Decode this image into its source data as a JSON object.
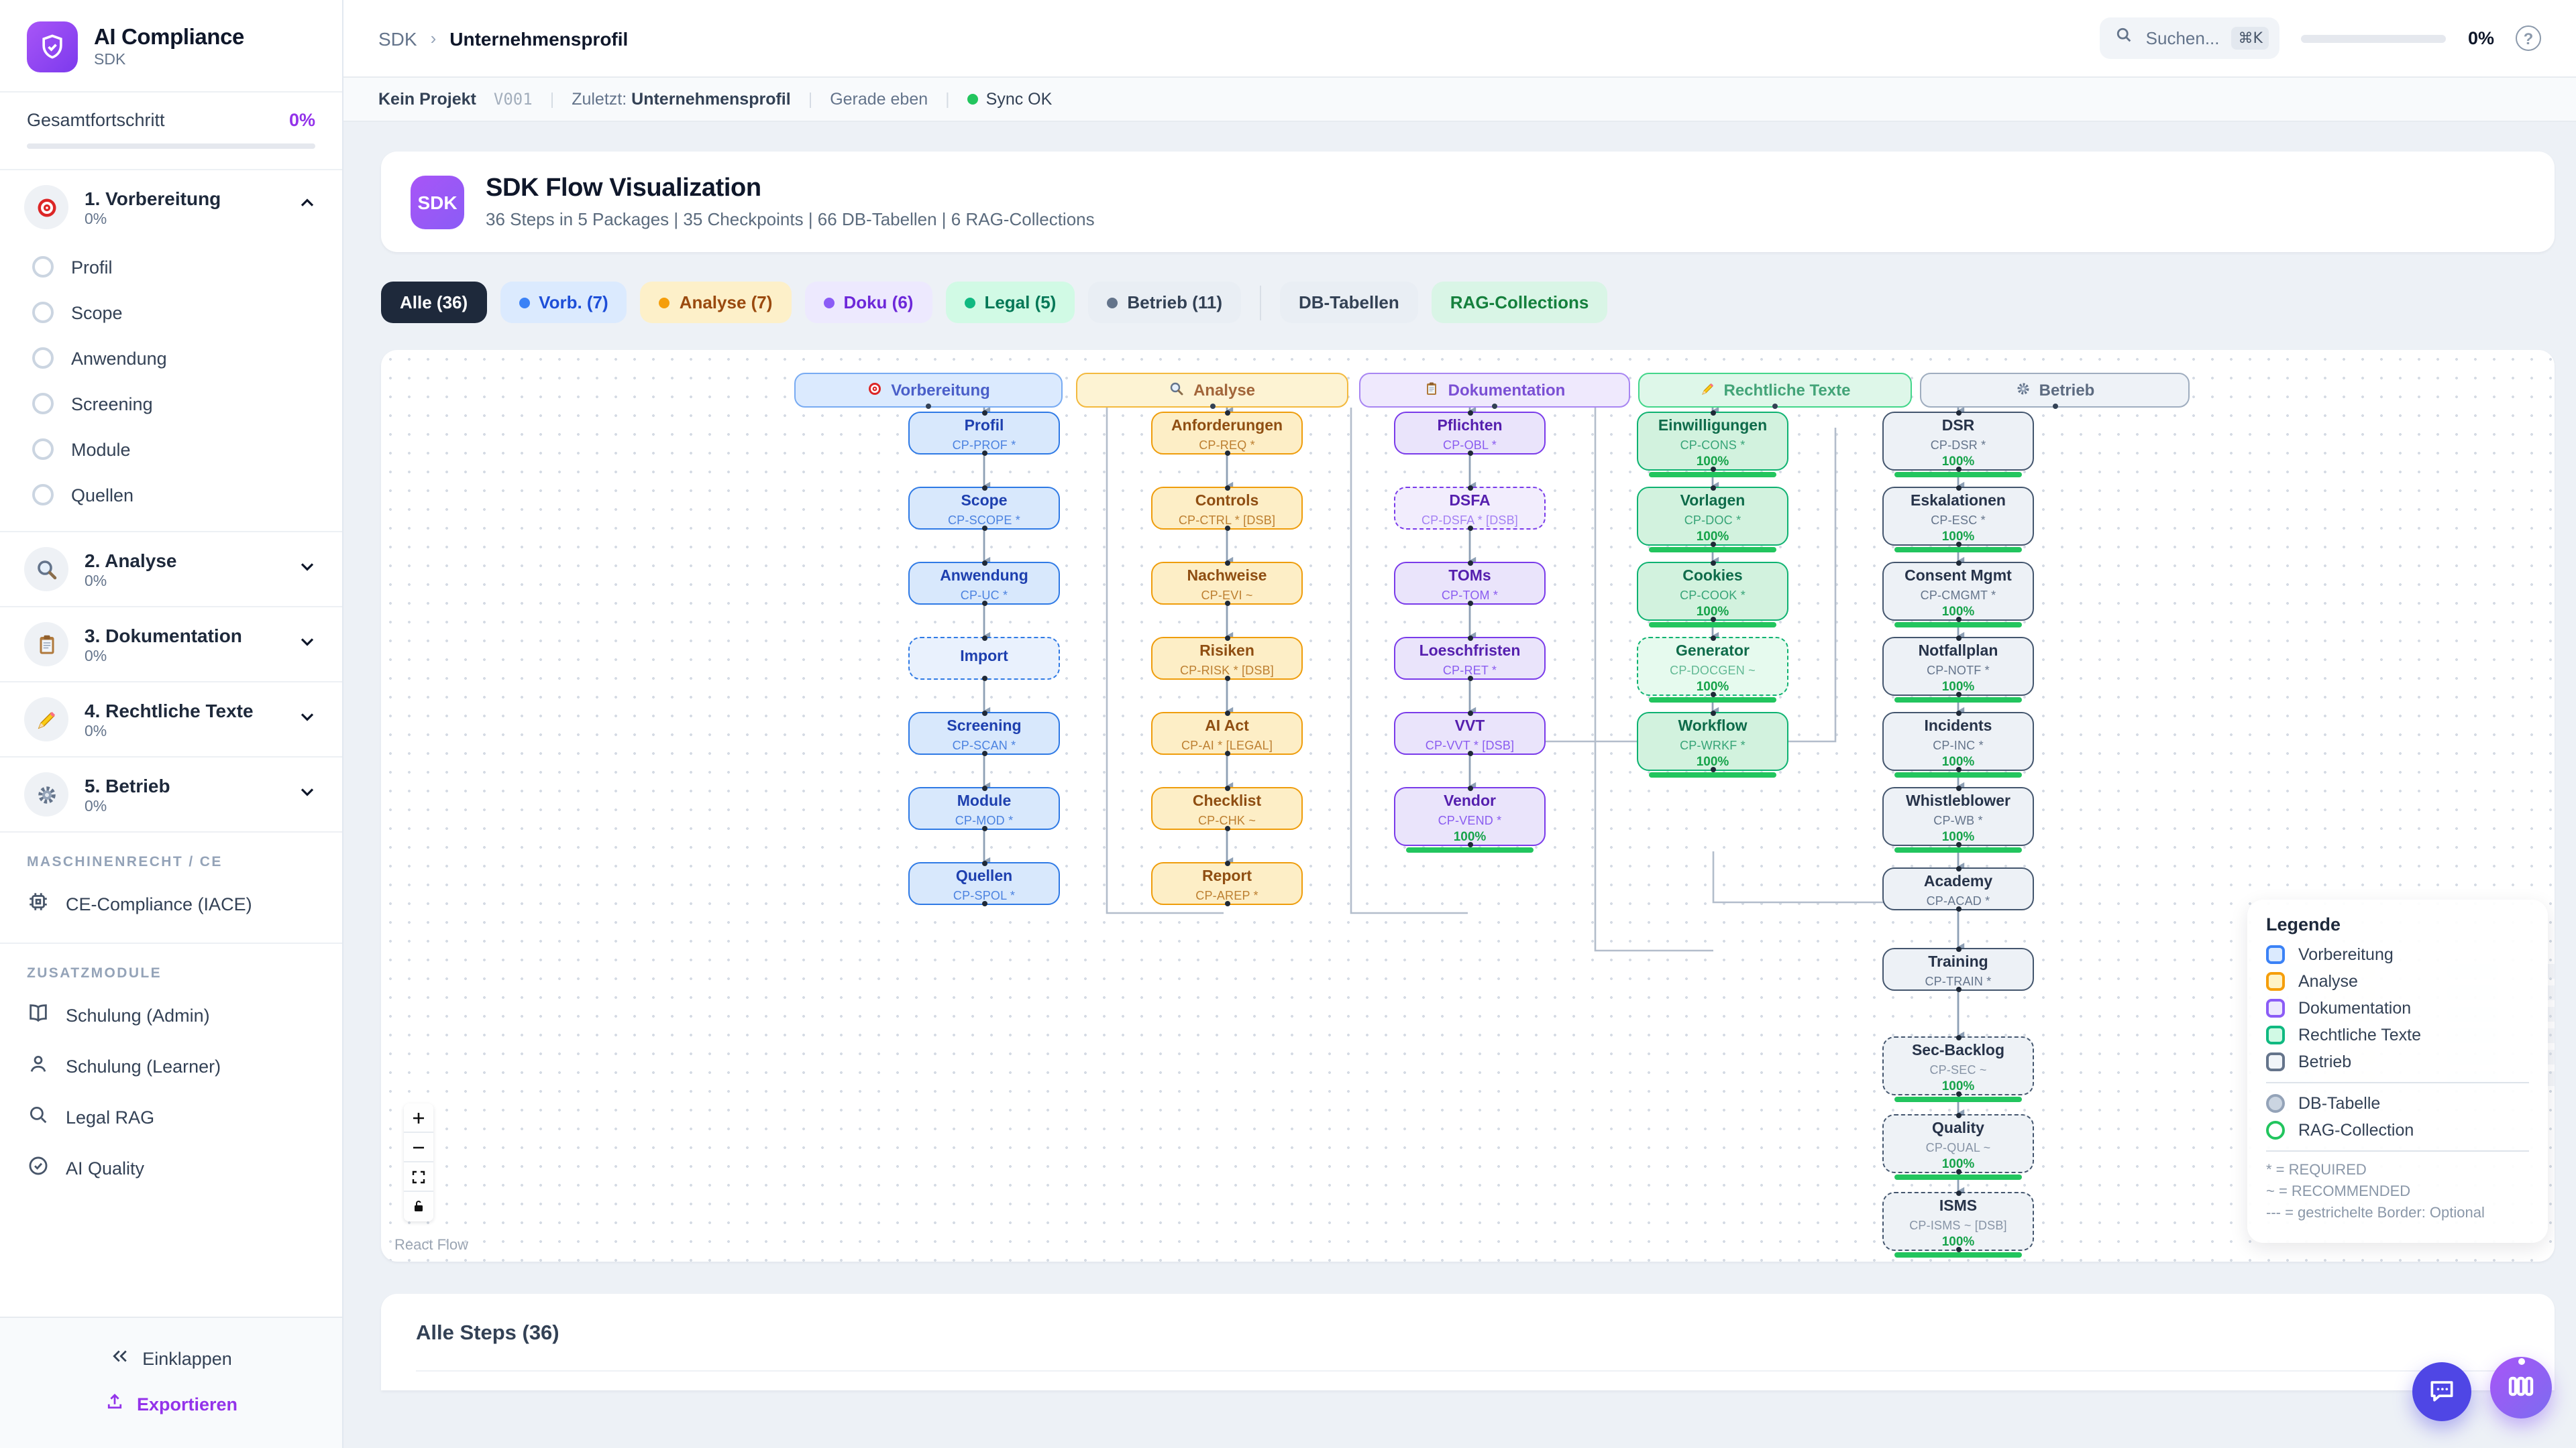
{
  "sidebar": {
    "app_title": "AI Compliance",
    "app_subtitle": "SDK",
    "progress_label": "Gesamtfortschritt",
    "progress_value": "0%",
    "packages": [
      {
        "icon": "target-icon",
        "label": "1. Vorbereitung",
        "pct": "0%",
        "expanded": true,
        "items": [
          "Profil",
          "Scope",
          "Anwendung",
          "Screening",
          "Module",
          "Quellen"
        ]
      },
      {
        "icon": "magnifier-icon",
        "label": "2. Analyse",
        "pct": "0%",
        "expanded": false,
        "items": []
      },
      {
        "icon": "clipboard-icon",
        "label": "3. Dokumentation",
        "pct": "0%",
        "expanded": false,
        "items": []
      },
      {
        "icon": "pencil-icon",
        "label": "4. Rechtliche Texte",
        "pct": "0%",
        "expanded": false,
        "items": []
      },
      {
        "icon": "gear-icon",
        "label": "5. Betrieb",
        "pct": "0%",
        "expanded": false,
        "items": []
      }
    ],
    "section_machine": "MASCHINENRECHT / CE",
    "machine_item": "CE-Compliance (IACE)",
    "section_addons": "ZUSATZMODULE",
    "addons": [
      "Schulung (Admin)",
      "Schulung (Learner)",
      "Legal RAG",
      "AI Quality"
    ],
    "collapse_label": "Einklappen",
    "export_label": "Exportieren"
  },
  "header": {
    "breadcrumb_root": "SDK",
    "breadcrumb_current": "Unternehmensprofil",
    "search_placeholder": "Suchen...",
    "search_kbd": "⌘K",
    "progress_value": "0%",
    "help_glyph": "?"
  },
  "statusbar": {
    "project": "Kein Projekt",
    "version": "V001",
    "last_label": "Zuletzt:",
    "last_value": "Unternehmensprofil",
    "time": "Gerade eben",
    "sync": "Sync OK",
    "sync_color": "#22c55e"
  },
  "hero": {
    "badge": "SDK",
    "title": "SDK Flow Visualization",
    "subtitle": "36 Steps in 5 Packages | 35 Checkpoints | 66 DB-Tabellen | 6 RAG-Collections"
  },
  "filters": [
    {
      "label": "Alle (36)",
      "bg": "#1e293b",
      "fg": "#ffffff"
    },
    {
      "label": "Vorb. (7)",
      "bg": "#dbeafe",
      "fg": "#1d4ed8",
      "dot": "#3b82f6"
    },
    {
      "label": "Analyse (7)",
      "bg": "#fdf0c9",
      "fg": "#9a4a0f",
      "dot": "#f59e0b"
    },
    {
      "label": "Doku (6)",
      "bg": "#ede9fe",
      "fg": "#6d28d9",
      "dot": "#8b5cf6"
    },
    {
      "label": "Legal (5)",
      "bg": "#d1fae5",
      "fg": "#047857",
      "dot": "#10b981"
    },
    {
      "label": "Betrieb (11)",
      "bg": "#e9eef4",
      "fg": "#334155",
      "dot": "#64748b"
    },
    {
      "divider": true
    },
    {
      "label": "DB-Tabellen",
      "bg": "#e9eef4",
      "fg": "#334155"
    },
    {
      "label": "RAG-Collections",
      "bg": "#d9f5e6",
      "fg": "#15803d"
    }
  ],
  "flow": {
    "attribution": "React Flow",
    "palette": {
      "vorb": {
        "bg": "#d8e8fc",
        "border": "#2f7ae5",
        "title": "#1e40af",
        "code": "#4b82e0",
        "dashedBg": "#e9f1fd",
        "headBg": "#dbeafe",
        "headBorder": "#78abf2",
        "headText": "#4a5fc9"
      },
      "analyse": {
        "bg": "#fdeec6",
        "border": "#ef9d0c",
        "title": "#8f4e12",
        "code": "#bd7f30",
        "dashedBg": "#fef7e0",
        "headBg": "#fdf3d3",
        "headBorder": "#f3b93e",
        "headText": "#a2653a"
      },
      "doku": {
        "bg": "#eae4fb",
        "border": "#7a3bea",
        "title": "#551fae",
        "code": "#8a5cf0",
        "dashedBg": "#f2edfd",
        "headBg": "#efe9fd",
        "headBorder": "#a886f2",
        "headText": "#7a4fd4"
      },
      "legal": {
        "bg": "#d2f2de",
        "border": "#0eb271",
        "title": "#0e6b4a",
        "code": "#36a477",
        "dashedBg": "#e6faee",
        "headBg": "#def7e9",
        "headBorder": "#43d68a",
        "headText": "#43a478"
      },
      "betrieb": {
        "bg": "#edf1f6",
        "border": "#44566e",
        "title": "#273349",
        "code": "#64748b",
        "dashedBg": "#eef2f6",
        "headBg": "#eef2f7",
        "headBorder": "#9fadbf",
        "headText": "#5d6b80"
      }
    },
    "columns": [
      {
        "id": "vorbereitung",
        "label": "Vorbereitung",
        "icon": "target-icon",
        "color": "vorb",
        "nodes": [
          {
            "title": "Profil",
            "code": "CP-PROF *"
          },
          {
            "title": "Scope",
            "code": "CP-SCOPE *"
          },
          {
            "title": "Anwendung",
            "code": "CP-UC *"
          },
          {
            "title": "Import",
            "dashed": true
          },
          {
            "title": "Screening",
            "code": "CP-SCAN *"
          },
          {
            "title": "Module",
            "code": "CP-MOD *"
          },
          {
            "title": "Quellen",
            "code": "CP-SPOL *"
          }
        ]
      },
      {
        "id": "analyse",
        "label": "Analyse",
        "icon": "magnifier-icon",
        "color": "analyse",
        "nodes": [
          {
            "title": "Anforderungen",
            "code": "CP-REQ *"
          },
          {
            "title": "Controls",
            "code": "CP-CTRL * [DSB]"
          },
          {
            "title": "Nachweise",
            "code": "CP-EVI ~"
          },
          {
            "title": "Risiken",
            "code": "CP-RISK * [DSB]"
          },
          {
            "title": "AI Act",
            "code": "CP-AI * [LEGAL]"
          },
          {
            "title": "Checklist",
            "code": "CP-CHK ~"
          },
          {
            "title": "Report",
            "code": "CP-AREP *"
          }
        ]
      },
      {
        "id": "dokumentation",
        "label": "Dokumentation",
        "icon": "clipboard-icon",
        "color": "doku",
        "nodes": [
          {
            "title": "Pflichten",
            "code": "CP-OBL *"
          },
          {
            "title": "DSFA",
            "code": "CP-DSFA * [DSB]",
            "dashed": true
          },
          {
            "title": "TOMs",
            "code": "CP-TOM *"
          },
          {
            "title": "Loeschfristen",
            "code": "CP-RET *"
          },
          {
            "title": "VVT",
            "code": "CP-VVT * [DSB]"
          },
          {
            "title": "Vendor",
            "code": "CP-VEND *",
            "pct": "100%"
          }
        ]
      },
      {
        "id": "rechtliche-texte",
        "label": "Rechtliche Texte",
        "icon": "pencil-icon",
        "color": "legal",
        "nodes": [
          {
            "title": "Einwilligungen",
            "code": "CP-CONS *",
            "pct": "100%"
          },
          {
            "title": "Vorlagen",
            "code": "CP-DOC *",
            "pct": "100%"
          },
          {
            "title": "Cookies",
            "code": "CP-COOK *",
            "pct": "100%"
          },
          {
            "title": "Generator",
            "code": "CP-DOCGEN ~",
            "pct": "100%",
            "dashed": true
          },
          {
            "title": "Workflow",
            "code": "CP-WRKF *",
            "pct": "100%"
          }
        ]
      },
      {
        "id": "betrieb",
        "label": "Betrieb",
        "icon": "gear-icon",
        "color": "betrieb",
        "nodes": [
          {
            "title": "DSR",
            "code": "CP-DSR *",
            "pct": "100%"
          },
          {
            "title": "Eskalationen",
            "code": "CP-ESC *",
            "pct": "100%"
          },
          {
            "title": "Consent Mgmt",
            "code": "CP-CMGMT *",
            "pct": "100%"
          },
          {
            "title": "Notfallplan",
            "code": "CP-NOTF *",
            "pct": "100%"
          },
          {
            "title": "Incidents",
            "code": "CP-INC *",
            "pct": "100%"
          },
          {
            "title": "Whistleblower",
            "code": "CP-WB *",
            "pct": "100%"
          },
          {
            "title": "Academy",
            "code": "CP-ACAD *"
          },
          {
            "title": "Training",
            "code": "CP-TRAIN *"
          },
          {
            "title": "Sec-Backlog",
            "code": "CP-SEC ~",
            "pct": "100%",
            "dashed": true
          },
          {
            "title": "Quality",
            "code": "CP-QUAL ~",
            "pct": "100%",
            "dashed": true
          },
          {
            "title": "ISMS",
            "code": "CP-ISMS ~ [DSB]",
            "pct": "100%",
            "dashed": true
          }
        ]
      }
    ],
    "controls": [
      "zoom-in",
      "zoom-out",
      "fit-view",
      "lock"
    ]
  },
  "legend": {
    "title": "Legende",
    "packages": [
      {
        "label": "Vorbereitung",
        "swatch_bg": "#dbeafe",
        "swatch_border": "#3b82f6"
      },
      {
        "label": "Analyse",
        "swatch_bg": "#fef3c7",
        "swatch_border": "#f59e0b"
      },
      {
        "label": "Dokumentation",
        "swatch_bg": "#ede9fe",
        "swatch_border": "#8b5cf6"
      },
      {
        "label": "Rechtliche Texte",
        "swatch_bg": "#d1fae5",
        "swatch_border": "#10b981"
      },
      {
        "label": "Betrieb",
        "swatch_bg": "#f1f5f9",
        "swatch_border": "#64748b"
      }
    ],
    "shapes": [
      {
        "label": "DB-Tabelle",
        "fill": "#cbd5e1",
        "border": "#94a3b8"
      },
      {
        "label": "RAG-Collection",
        "fill": "#ffffff",
        "border": "#22c55e"
      }
    ],
    "notes": [
      "* = REQUIRED",
      "~ = RECOMMENDED",
      "--- = gestrichelte Border: Optional"
    ]
  },
  "steps_panel": {
    "title": "Alle Steps (36)"
  }
}
